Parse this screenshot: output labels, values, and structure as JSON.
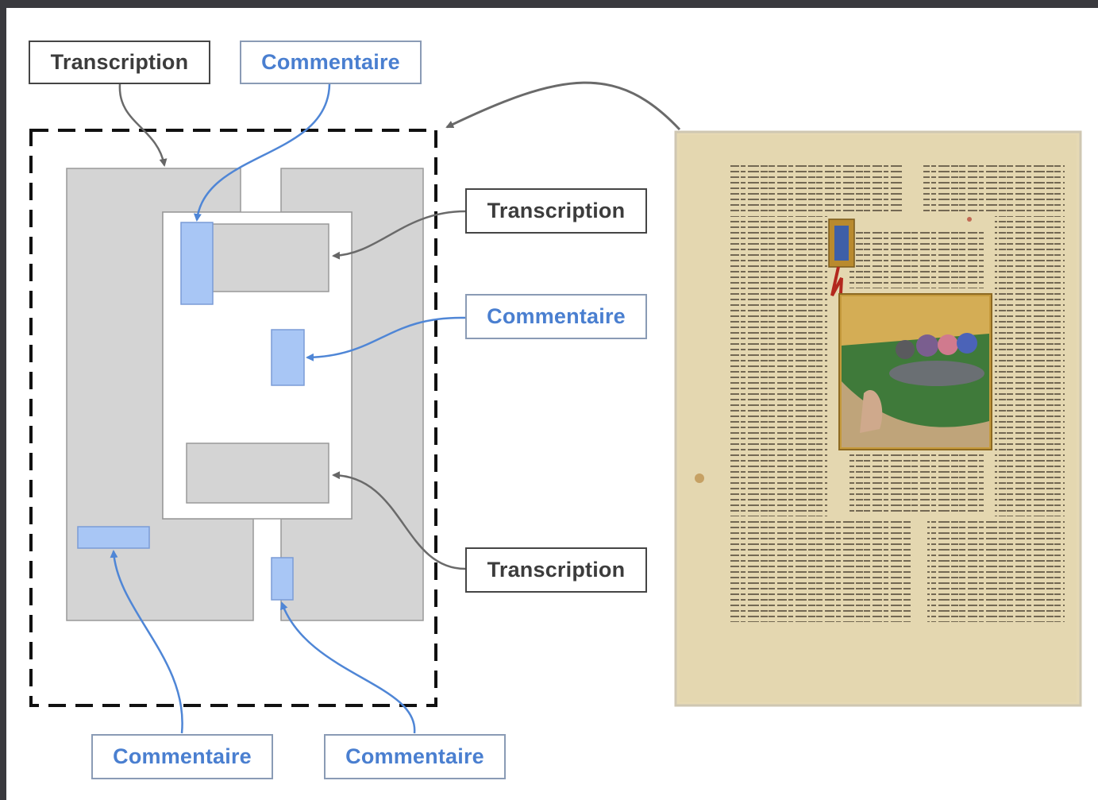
{
  "labels": {
    "top_left_transcription": "Transcription",
    "top_commentaire": "Commentaire",
    "right_transcription_top": "Transcription",
    "right_commentaire": "Commentaire",
    "right_transcription_bottom": "Transcription",
    "bottom_commentaire_left": "Commentaire",
    "bottom_commentaire_right": "Commentaire"
  },
  "colors": {
    "page_zone": "#d4d4d4",
    "comment_zone": "#a8c6f5",
    "comment_arrow": "#4f86d6",
    "transcription_arrow": "#6a6a6a",
    "dashed_frame": "#111111",
    "parchment": "#e6d9b4"
  },
  "manuscript": {
    "image": "illuminated-manuscript-page"
  }
}
